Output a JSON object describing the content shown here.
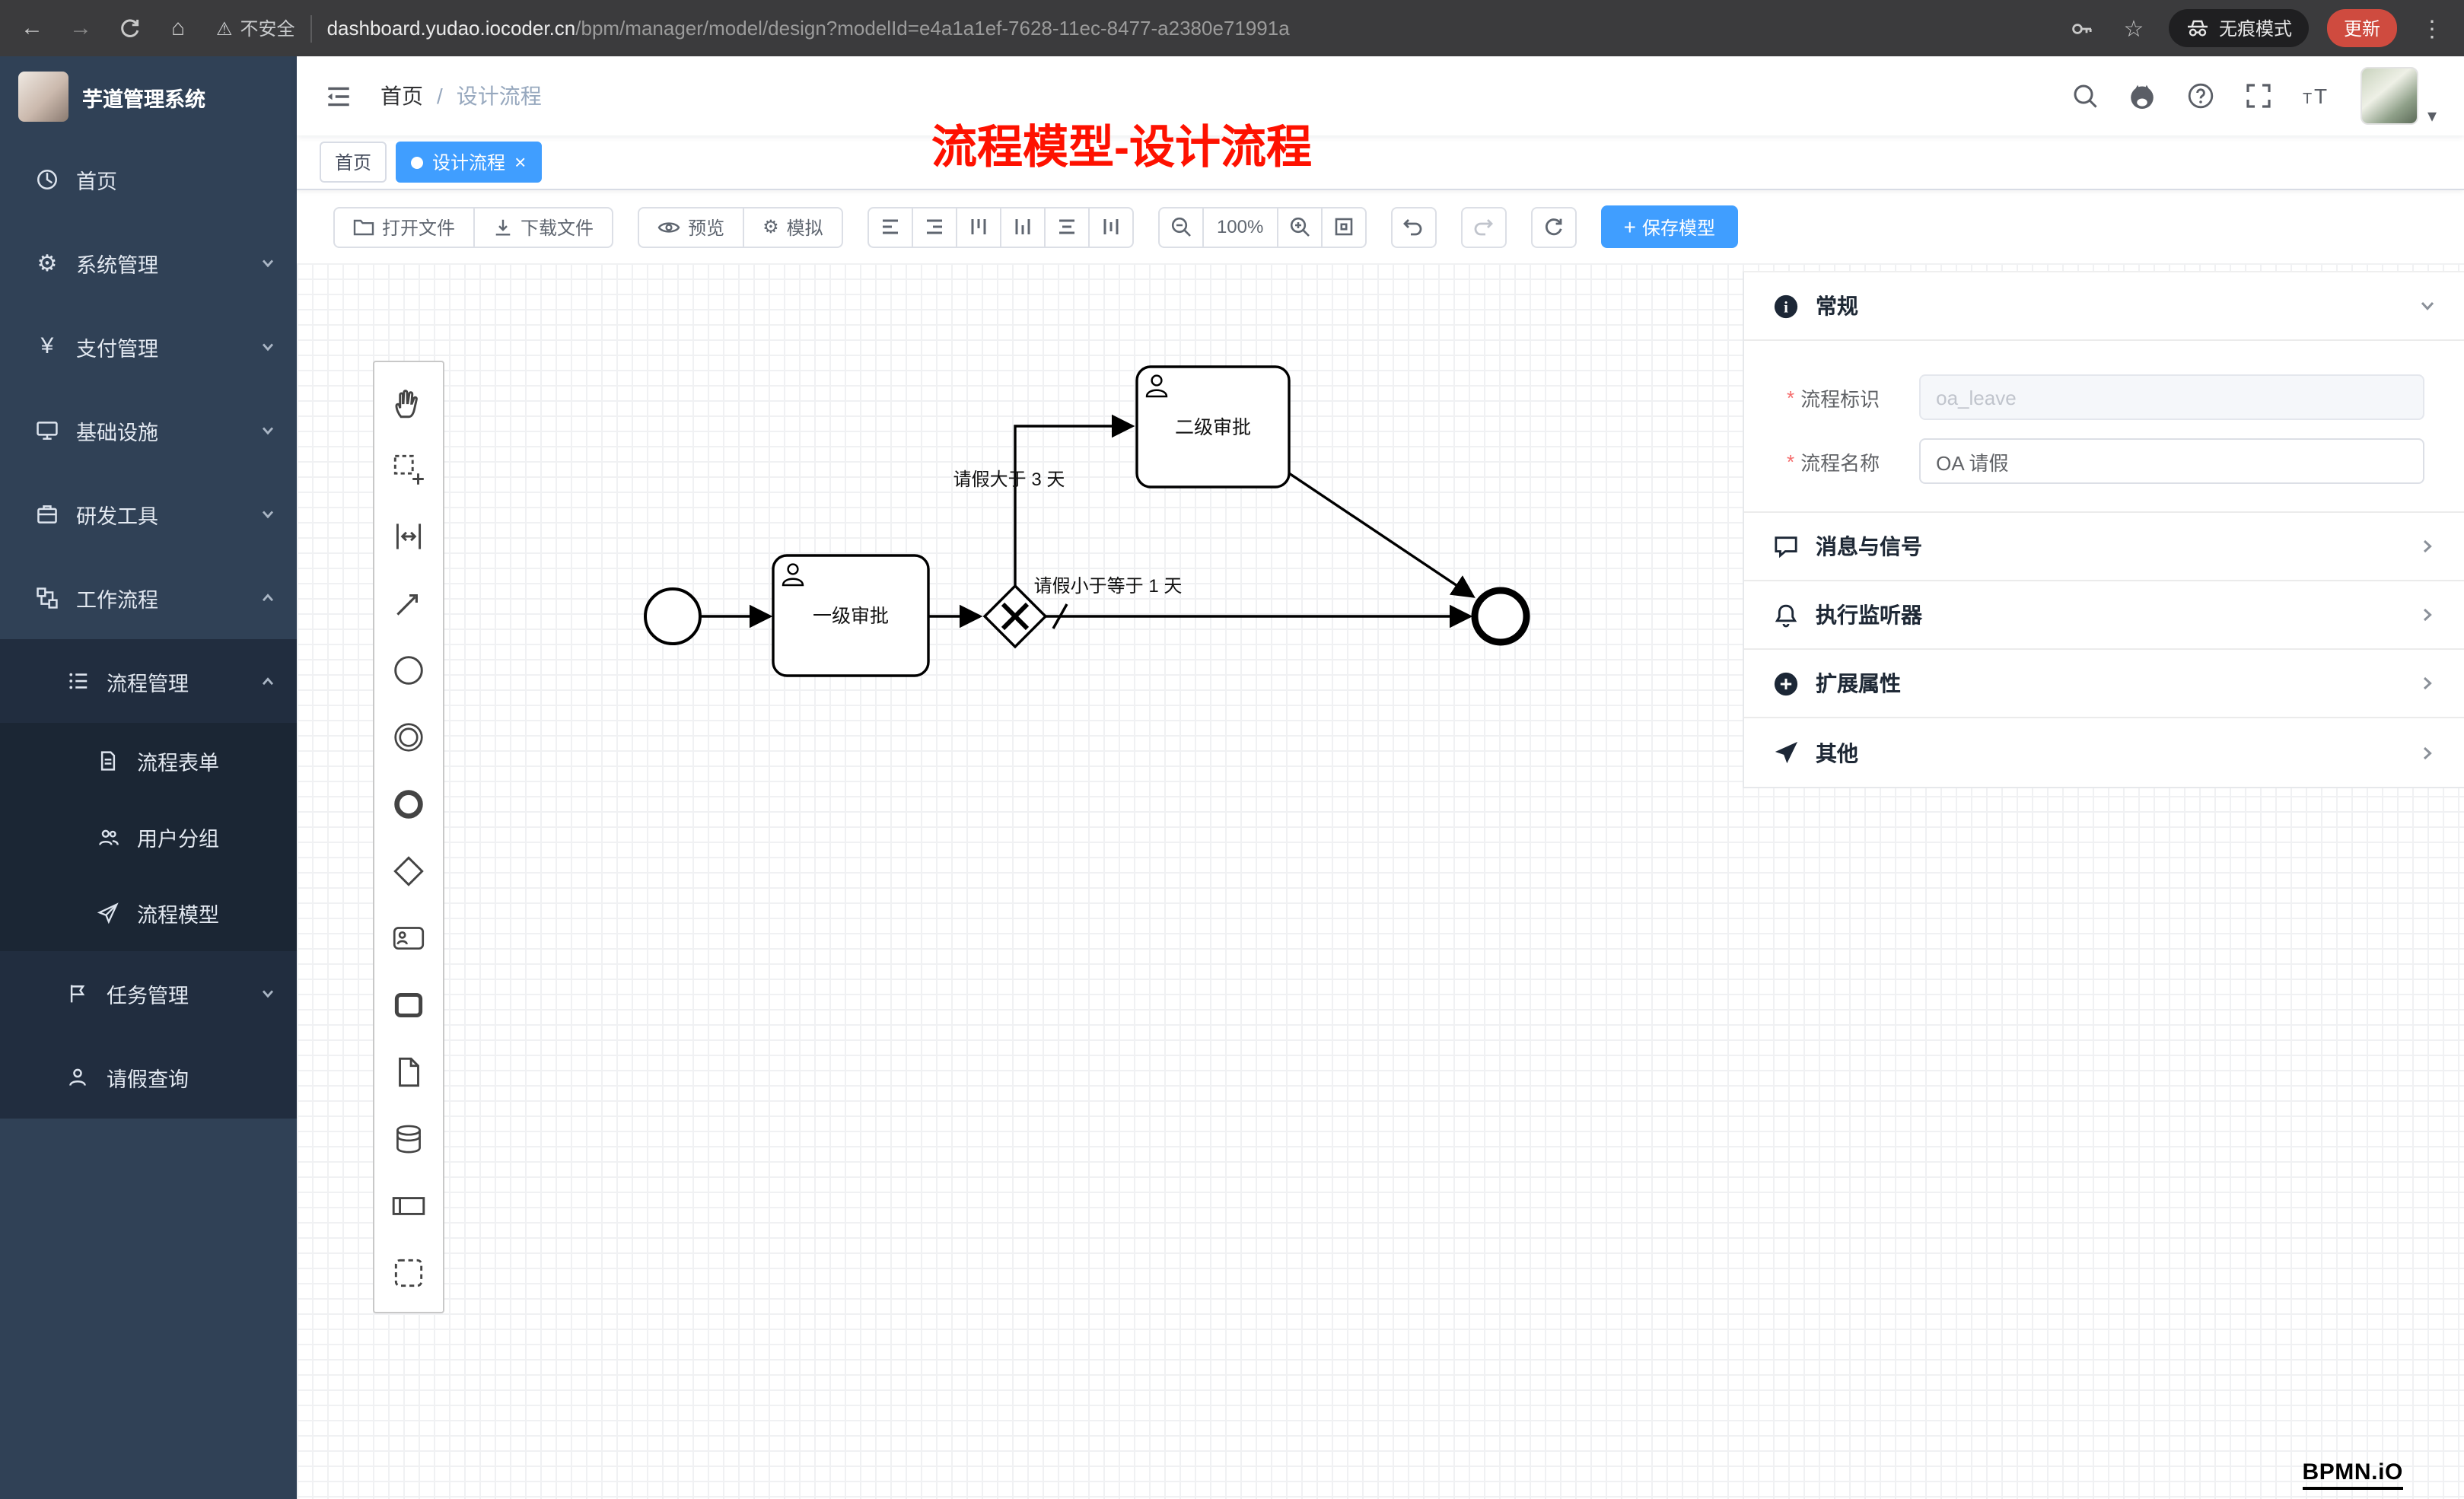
{
  "browser": {
    "security_label": "不安全",
    "url_domain": "dashboard.yudao.iocoder.cn",
    "url_path": "/bpm/manager/model/design?modelId=e4a1a1ef-7628-11ec-8477-a2380e71991a",
    "incognito_label": "无痕模式",
    "update_label": "更新"
  },
  "sidebar": {
    "app_title": "芋道管理系统",
    "items": [
      {
        "label": "首页"
      },
      {
        "label": "系统管理"
      },
      {
        "label": "支付管理"
      },
      {
        "label": "基础设施"
      },
      {
        "label": "研发工具"
      },
      {
        "label": "工作流程"
      }
    ],
    "sub": {
      "process_mgmt": "流程管理",
      "process_form": "流程表单",
      "user_group": "用户分组",
      "process_model": "流程模型",
      "task_mgmt": "任务管理",
      "leave_query": "请假查询"
    }
  },
  "header": {
    "breadcrumb_home": "首页",
    "breadcrumb_current": "设计流程",
    "annotation": "流程模型-设计流程"
  },
  "tabs": {
    "home": "首页",
    "design": "设计流程"
  },
  "toolbar": {
    "open_file": "打开文件",
    "download_file": "下载文件",
    "preview": "预览",
    "simulate": "模拟",
    "zoom_level": "100%",
    "save_model": "保存模型"
  },
  "diagram": {
    "task1_label": "一级审批",
    "task2_label": "二级审批",
    "edge_gt3_label": "请假大于 3 天",
    "edge_le1_label": "请假小于等于 1 天"
  },
  "panel": {
    "general": "常规",
    "process_key_label": "流程标识",
    "process_key_value": "oa_leave",
    "process_name_label": "流程名称",
    "process_name_value": "OA 请假",
    "messages": "消息与信号",
    "listeners": "执行监听器",
    "extensions": "扩展属性",
    "other": "其他"
  },
  "watermark": "BPMN.iO",
  "icons": {
    "back": "←",
    "forward": "→",
    "home": "⌂",
    "warning": "⚠",
    "star": "☆",
    "overflow": "⋮",
    "gear": "⚙",
    "yen": "¥",
    "close": "×",
    "slash": "/",
    "plus": "+",
    "asterisk": "*",
    "caret_down": "▾"
  },
  "colors": {
    "accent": "#409eff",
    "annotation_red": "#fe1100",
    "sidebar_bg": "#304156",
    "sidebar_sub_bg": "#212d3f",
    "danger": "#f56c6c"
  }
}
